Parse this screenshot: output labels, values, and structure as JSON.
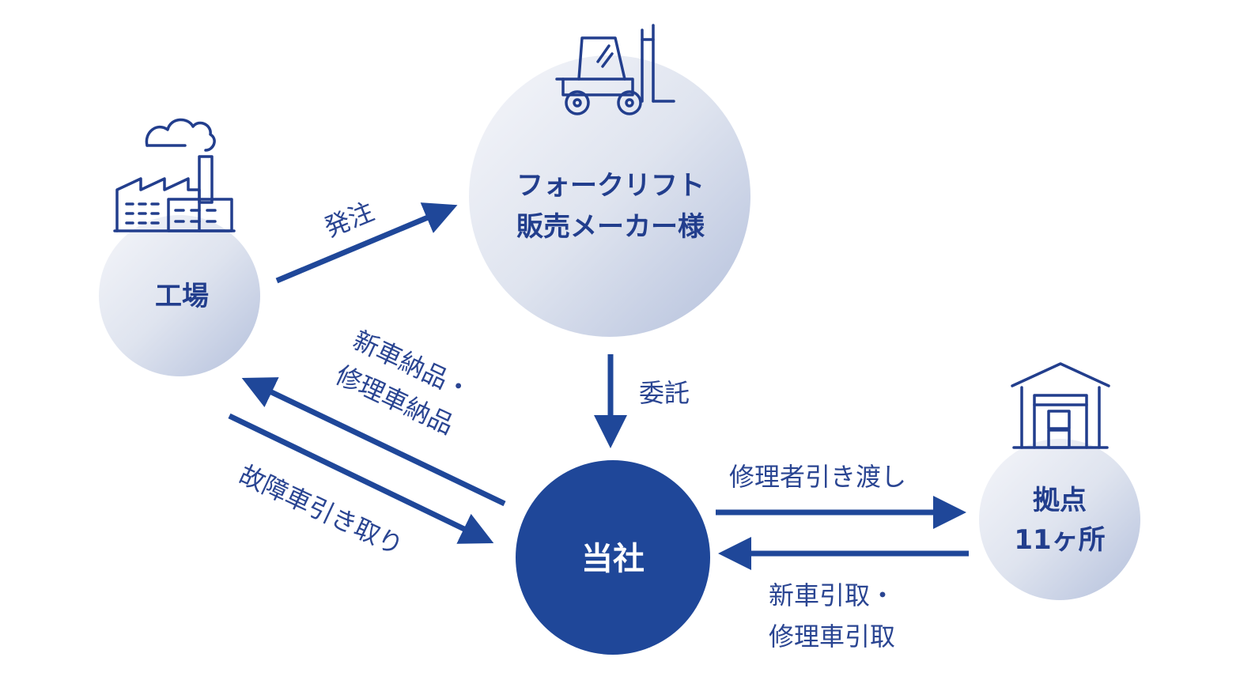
{
  "nodes": {
    "factory": {
      "label": "工場",
      "icon": "factory-icon"
    },
    "maker": {
      "label_line1": "フォークリフト",
      "label_line2": "販売メーカー様",
      "icon": "forklift-icon"
    },
    "company": {
      "label": "当社"
    },
    "bases": {
      "label_line1": "拠点",
      "label_line2": "11ヶ所",
      "icon": "warehouse-icon"
    }
  },
  "edges": {
    "order": {
      "label": "発注"
    },
    "consign": {
      "label": "委託"
    },
    "delivery": {
      "label_line1": "新車納品・",
      "label_line2": "修理車納品"
    },
    "pickup": {
      "label": "故障車引き取り"
    },
    "handover": {
      "label": "修理者引き渡し"
    },
    "receive": {
      "label_line1": "新車引取・",
      "label_line2": "修理車引取"
    }
  },
  "colors": {
    "primary": "#1f4799",
    "text": "#223e8d",
    "circle_light": "#f4f5fa",
    "circle_dark": "#bcc6df"
  }
}
